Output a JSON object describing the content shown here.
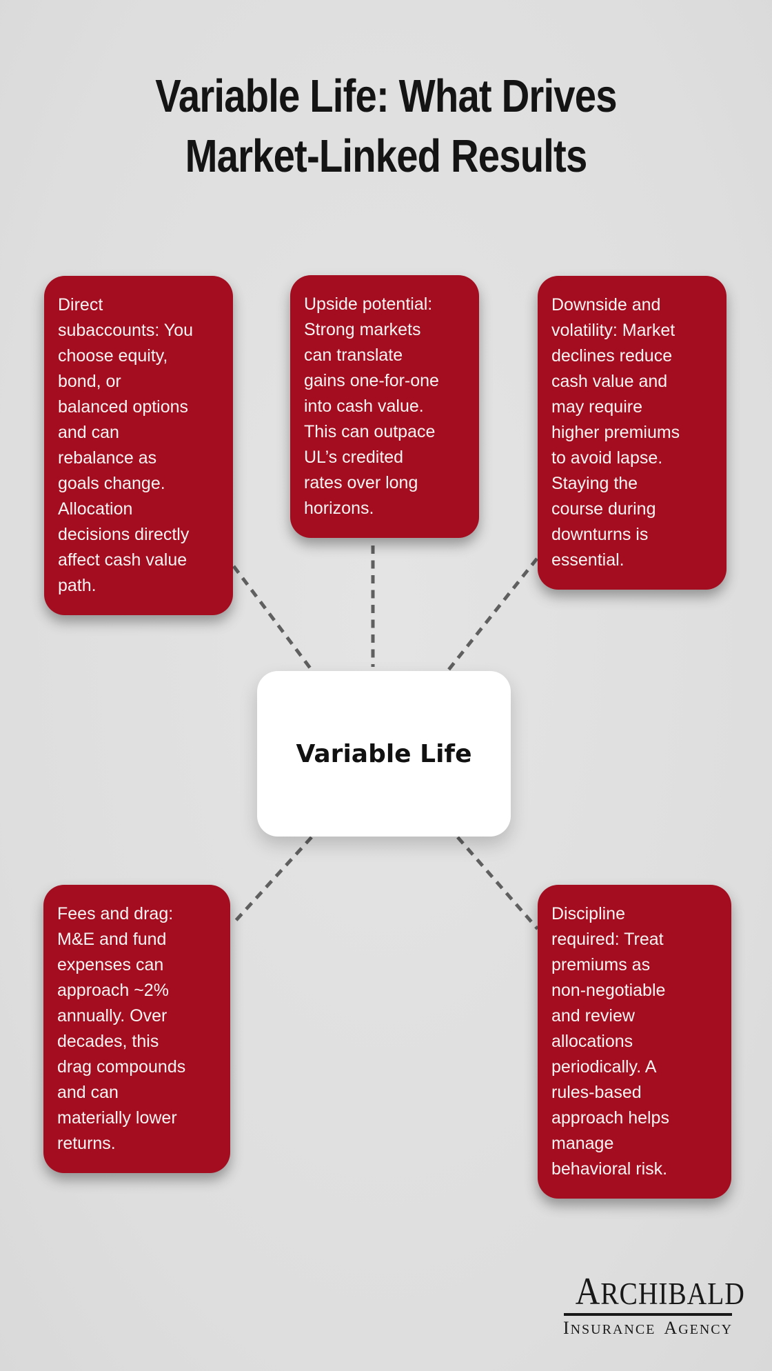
{
  "header": {
    "title_line1": "Variable Life: What Drives",
    "title_line2": "Market-Linked Results"
  },
  "center": {
    "label": "Variable Life"
  },
  "cards": [
    {
      "id": "direct-subaccounts",
      "text": "Direct\nsubaccounts: You\nchoose equity,\nbond, or\nbalanced options\nand can\nrebalance as\ngoals change.\nAllocation\ndecisions directly\naffect cash value\npath."
    },
    {
      "id": "upside-potential",
      "text": "Upside potential:\nStrong markets\ncan translate\ngains one-for-one\ninto cash value.\nThis can outpace\nUL’s credited\nrates over long\nhorizons."
    },
    {
      "id": "downside-volatility",
      "text": "Downside and\nvolatility: Market\ndeclines reduce\ncash value and\nmay require\nhigher premiums\nto avoid lapse.\nStaying the\ncourse during\ndownturns is\nessential."
    },
    {
      "id": "fees-drag",
      "text": "Fees and drag:\nM&E and fund\nexpenses can\napproach ~2%\nannually. Over\ndecades, this\ndrag compounds\nand can\nmaterially lower\nreturns."
    },
    {
      "id": "discipline-required",
      "text": "Discipline\nrequired: Treat\npremiums as\nnon-negotiable\nand review\nallocations\nperiodically. A\nrules-based\napproach helps\nmanage\nbehavioral risk."
    }
  ],
  "logo": {
    "name": "Archibald",
    "tagline_words": [
      "Insurance",
      "Agency"
    ]
  },
  "colors": {
    "background": "#E0E0E0",
    "card_red": "#A30D1F",
    "card_text": "#F7F4F3",
    "connector": "#5F5F5F",
    "center_bg": "#FFFFFF",
    "text_dark": "#141414"
  }
}
